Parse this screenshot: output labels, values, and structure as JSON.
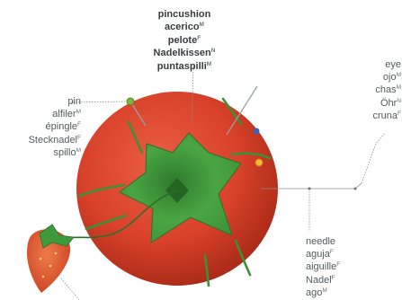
{
  "colors": {
    "tomato_red": "#d9412a",
    "tomato_shadow": "#a82a17",
    "leaf_green": "#3f9a3c",
    "leaf_dark": "#2a6f2b",
    "leader_line": "#8a8f93",
    "pin_head": "#7fb33a",
    "blue_pin_head": "#3b63b5",
    "yellow_pin_head": "#f2b630"
  },
  "icons": [
    "tomato-pincushion",
    "strawberry-emery",
    "pin",
    "needle",
    "dressmaker-pin-heads"
  ],
  "groups": [
    {
      "id": "pincushion",
      "bold": true,
      "terms": [
        {
          "text": "pincushion",
          "gender": ""
        },
        {
          "text": "acerico",
          "gender": "M"
        },
        {
          "text": "pelote",
          "gender": "F"
        },
        {
          "text": "Nadelkissen",
          "gender": "N"
        },
        {
          "text": "puntaspilli",
          "gender": "M"
        }
      ]
    },
    {
      "id": "pin",
      "bold": false,
      "terms": [
        {
          "text": "pin",
          "gender": ""
        },
        {
          "text": "alfiler",
          "gender": "M"
        },
        {
          "text": "épingle",
          "gender": "F"
        },
        {
          "text": "Stecknadel",
          "gender": "F"
        },
        {
          "text": "spillo",
          "gender": "M"
        }
      ]
    },
    {
      "id": "eye",
      "bold": false,
      "terms": [
        {
          "text": "eye",
          "gender": ""
        },
        {
          "text": "ojo",
          "gender": "M"
        },
        {
          "text": "chas",
          "gender": "M"
        },
        {
          "text": "Öhr",
          "gender": "N"
        },
        {
          "text": "cruna",
          "gender": "F"
        }
      ]
    },
    {
      "id": "needle",
      "bold": false,
      "terms": [
        {
          "text": "needle",
          "gender": ""
        },
        {
          "text": "aguja",
          "gender": "F"
        },
        {
          "text": "aiguille",
          "gender": "F"
        },
        {
          "text": "Nadel",
          "gender": "F"
        },
        {
          "text": "ago",
          "gender": "M"
        }
      ]
    }
  ]
}
